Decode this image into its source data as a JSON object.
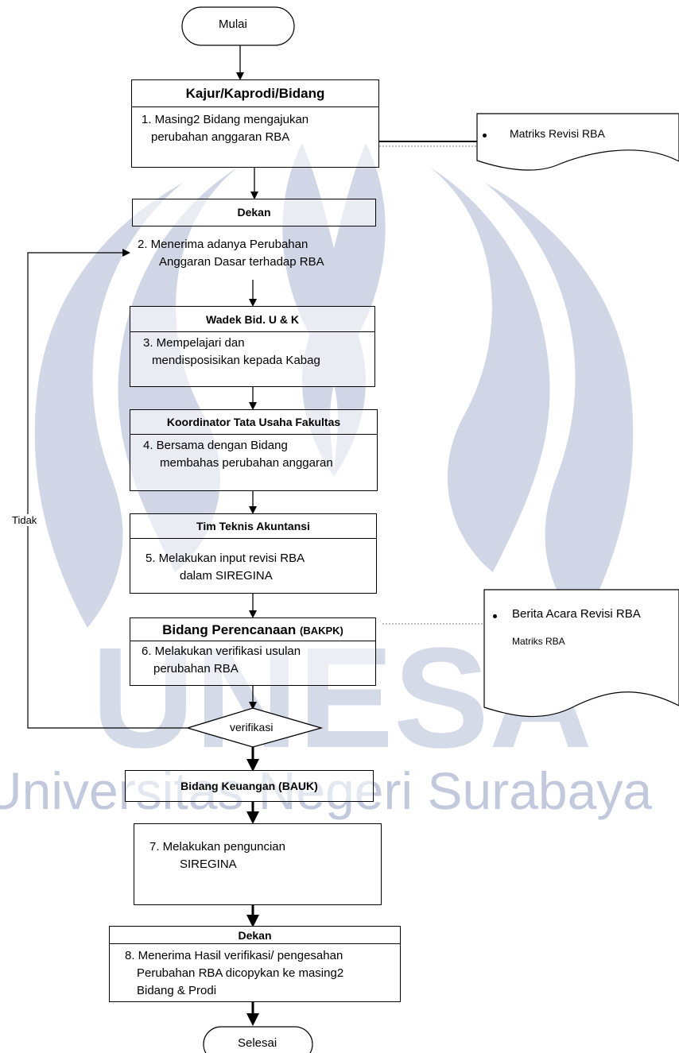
{
  "watermark": "Universitas Negeri Surabaya",
  "watermark_short": "UNESA",
  "start": "Mulai",
  "end": "Selesai",
  "steps": [
    {
      "header": "Kajur/Kaprodi/Bidang",
      "lines": [
        "1. Masing2 Bidang mengajukan",
        "perubahan anggaran RBA"
      ]
    },
    {
      "header": "Dekan",
      "lines": [
        "2. Menerima adanya Perubahan",
        "Anggaran Dasar terhadap RBA"
      ]
    },
    {
      "header": "Wadek Bid. U & K",
      "lines": [
        "3. Mempelajari dan",
        "mendisposisikan kepada Kabag"
      ]
    },
    {
      "header": "Koordinator Tata Usaha Fakultas",
      "lines": [
        "4. Bersama dengan Bidang",
        "membahas perubahan anggaran"
      ]
    },
    {
      "header": "Tim Teknis Akuntansi",
      "lines": [
        "5. Melakukan input revisi RBA",
        "dalam SIREGINA"
      ]
    },
    {
      "header": "Bidang Perencanaan",
      "header_suffix": "(BAKPK)",
      "lines": [
        "6. Melakukan verifikasi usulan",
        "perubahan RBA"
      ]
    },
    {
      "header": "Bidang Keuangan (BAUK)",
      "lines": [
        "7. Melakukan penguncian",
        "SIREGINA"
      ]
    },
    {
      "header": "Dekan",
      "lines": [
        "8. Menerima Hasil verifikasi/ pengesahan",
        "Perubahan RBA dicopykan ke masing2",
        "Bidang & Prodi"
      ]
    }
  ],
  "decision": "verifikasi",
  "reject_label": "Tidak",
  "doc1": {
    "items": [
      "Matriks Revisi RBA"
    ]
  },
  "doc2": {
    "items": [
      "Berita Acara Revisi RBA",
      "Matriks RBA"
    ]
  },
  "colors": {
    "line": "#000000",
    "watermark": "#9aa6c8",
    "dashed": "#555555"
  }
}
